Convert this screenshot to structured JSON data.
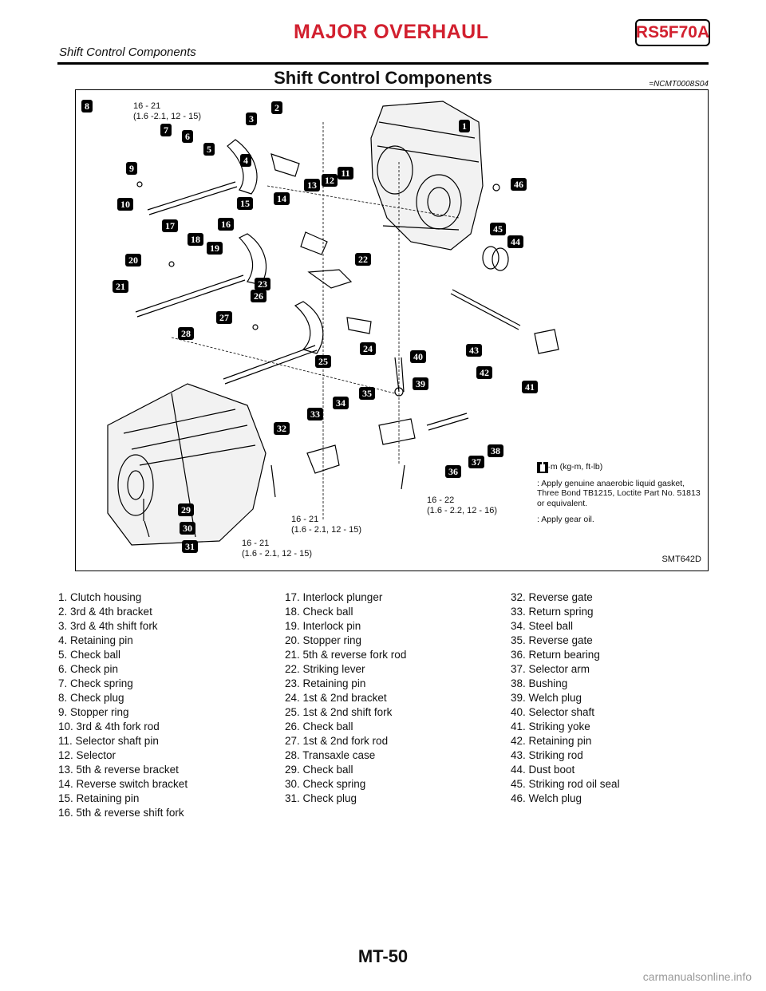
{
  "header": {
    "title": "MAJOR OVERHAUL",
    "code": "RS5F70A",
    "subtitle": "Shift Control Components"
  },
  "section": {
    "title": "Shift Control Components",
    "ref": "=NCMT0008S04"
  },
  "figure": {
    "id": "SMT642D",
    "torque_labels": [
      {
        "value": "16 - 21",
        "units": "(1.6 -2.1, 12 - 15)"
      },
      {
        "value": "16 - 21",
        "units": "(1.6 - 2.1, 12 - 15)"
      },
      {
        "value": "16 - 22",
        "units": "(1.6 - 2.2, 12 - 16)"
      },
      {
        "value": "16 - 21",
        "units": "(1.6 - 2.1, 12 - 15)"
      }
    ],
    "legend": [
      {
        "icon": "torque-wrench-icon",
        "text": ": N·m (kg-m, ft-lb)"
      },
      {
        "icon": "sealant-icon",
        "text": ": Apply genuine anaerobic liquid gasket, Three Bond TB1215, Loctite Part No. 51813 or equivalent."
      },
      {
        "icon": "gear-oil-icon",
        "text": ": Apply gear oil."
      }
    ],
    "callouts": [
      "1",
      "2",
      "3",
      "4",
      "5",
      "6",
      "7",
      "8",
      "9",
      "10",
      "11",
      "12",
      "13",
      "14",
      "15",
      "16",
      "17",
      "18",
      "19",
      "20",
      "21",
      "22",
      "23",
      "24",
      "25",
      "26",
      "27",
      "28",
      "29",
      "30",
      "31",
      "32",
      "33",
      "34",
      "35",
      "36",
      "37",
      "38",
      "39",
      "40",
      "41",
      "42",
      "43",
      "44",
      "45",
      "46"
    ]
  },
  "parts": {
    "col1": [
      "1. Clutch housing",
      "2. 3rd & 4th bracket",
      "3. 3rd & 4th shift fork",
      "4. Retaining pin",
      "5. Check ball",
      "6. Check pin",
      "7. Check spring",
      "8. Check plug",
      "9. Stopper ring",
      "10. 3rd & 4th fork rod",
      "11. Selector shaft pin",
      "12. Selector",
      "13. 5th & reverse bracket",
      "14. Reverse switch bracket",
      "15. Retaining pin",
      "16. 5th & reverse shift fork"
    ],
    "col2": [
      "17. Interlock plunger",
      "18. Check ball",
      "19. Interlock pin",
      "20. Stopper ring",
      "21. 5th & reverse fork rod",
      "22. Striking lever",
      "23. Retaining pin",
      "24. 1st & 2nd bracket",
      "25. 1st & 2nd shift fork",
      "26. Check ball",
      "27. 1st & 2nd fork rod",
      "28. Transaxle case",
      "29. Check ball",
      "30. Check spring",
      "31. Check plug"
    ],
    "col3": [
      "32. Reverse gate",
      "33. Return spring",
      "34. Steel ball",
      "35. Reverse gate",
      "36. Return bearing",
      "37. Selector arm",
      "38. Bushing",
      "39. Welch plug",
      "40. Selector shaft",
      "41. Striking yoke",
      "42. Retaining pin",
      "43. Striking rod",
      "44. Dust boot",
      "45. Striking rod oil seal",
      "46. Welch plug"
    ]
  },
  "footer": {
    "page": "MT-50"
  },
  "watermark": "carmanualsonline.info"
}
